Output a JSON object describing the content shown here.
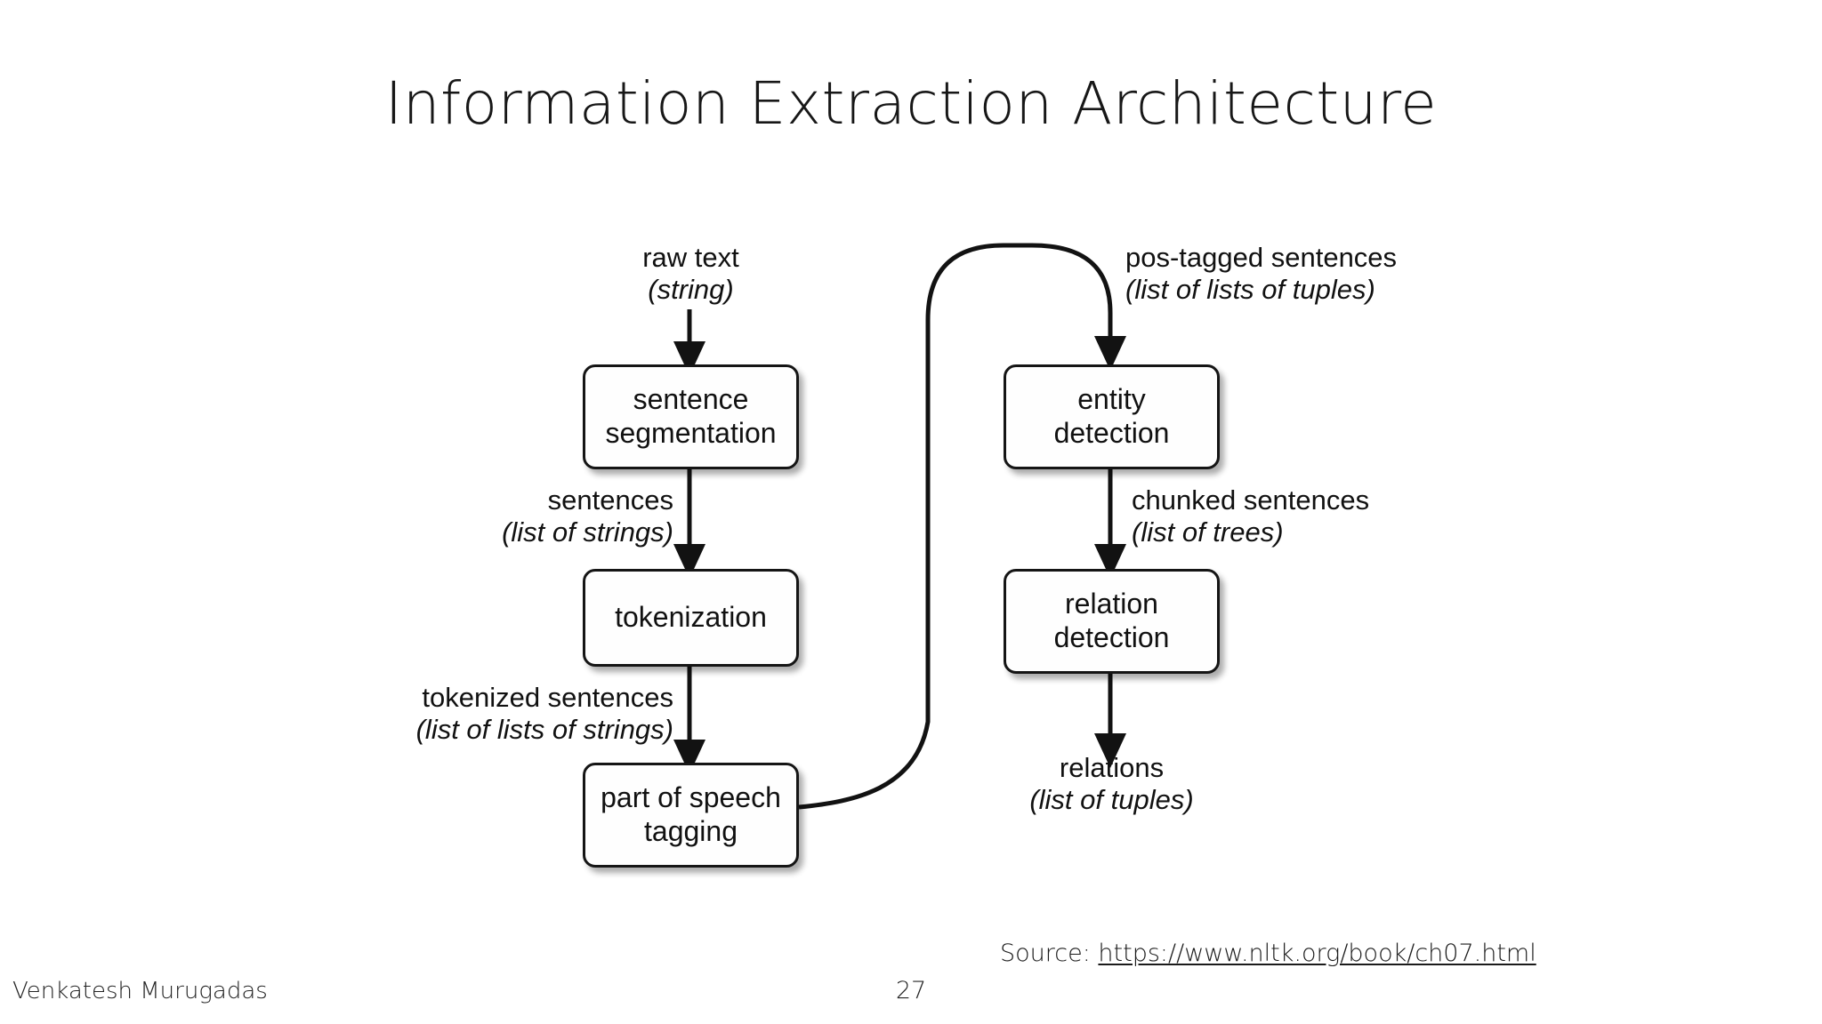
{
  "slide": {
    "title": "Information Extraction Architecture",
    "background_color": "#ffffff",
    "text_color": "#111111"
  },
  "diagram": {
    "type": "flowchart",
    "nodes": [
      {
        "id": "sentence-segmentation",
        "label": "sentence\nsegmentation",
        "column": "left",
        "order": 1
      },
      {
        "id": "tokenization",
        "label": "tokenization",
        "column": "left",
        "order": 2
      },
      {
        "id": "part-of-speech-tagging",
        "label": "part of speech\ntagging",
        "column": "left",
        "order": 3
      },
      {
        "id": "entity-detection",
        "label": "entity\ndetection",
        "column": "right",
        "order": 1
      },
      {
        "id": "relation-detection",
        "label": "relation\ndetection",
        "column": "right",
        "order": 2
      }
    ],
    "edge_labels": [
      {
        "id": "raw-text",
        "line1": "raw text",
        "line2": "(string)",
        "align": "center"
      },
      {
        "id": "sentences",
        "line1": "sentences",
        "line2": "(list of strings)",
        "align": "right"
      },
      {
        "id": "tokenized",
        "line1": "tokenized sentences",
        "line2": "(list of lists of strings)",
        "align": "right"
      },
      {
        "id": "pos-tagged",
        "line1": "pos-tagged sentences",
        "line2": "(list of lists of tuples)",
        "align": "left"
      },
      {
        "id": "chunked-sentences",
        "line1": "chunked sentences",
        "line2": "(list of trees)",
        "align": "left"
      },
      {
        "id": "relations",
        "line1": "relations",
        "line2": "(list of tuples)",
        "align": "center"
      }
    ]
  },
  "footer": {
    "author": "Venkatesh Murugadas",
    "page_number": "27",
    "source_prefix": "Source: ",
    "source_url": "https://www.nltk.org/book/ch07.html"
  }
}
